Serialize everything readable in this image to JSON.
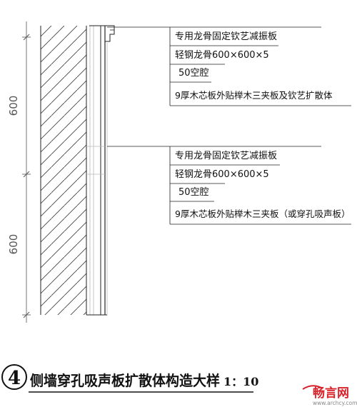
{
  "colors": {
    "line": "#222222",
    "hatch": "#444444",
    "faint_line": "#b8b8b8",
    "dimension": "#555555",
    "watermark_red": "#d8232a",
    "watermark_gray": "#888888"
  },
  "dimensions": {
    "upper": "600",
    "lower": "600"
  },
  "callout_upper": {
    "lines": [
      "专用龙骨固定钦艺减振板",
      "轻钢龙骨600×600×5",
      "50空腔",
      "9厚木芯板外贴榉木三夹板及钦艺扩散体"
    ]
  },
  "callout_lower": {
    "lines": [
      "专用龙骨固定钦艺减振板",
      "轻钢龙骨600×600×5",
      "50空腔",
      "9厚木芯板外贴榉木三夹板（或穿孔吸声板）"
    ]
  },
  "title": {
    "number": "4",
    "text": "侧墙穿孔吸声板扩散体构造大样",
    "scale": "1：10"
  },
  "watermark": {
    "brand": "畅言网",
    "url": "www.archcy.com"
  }
}
